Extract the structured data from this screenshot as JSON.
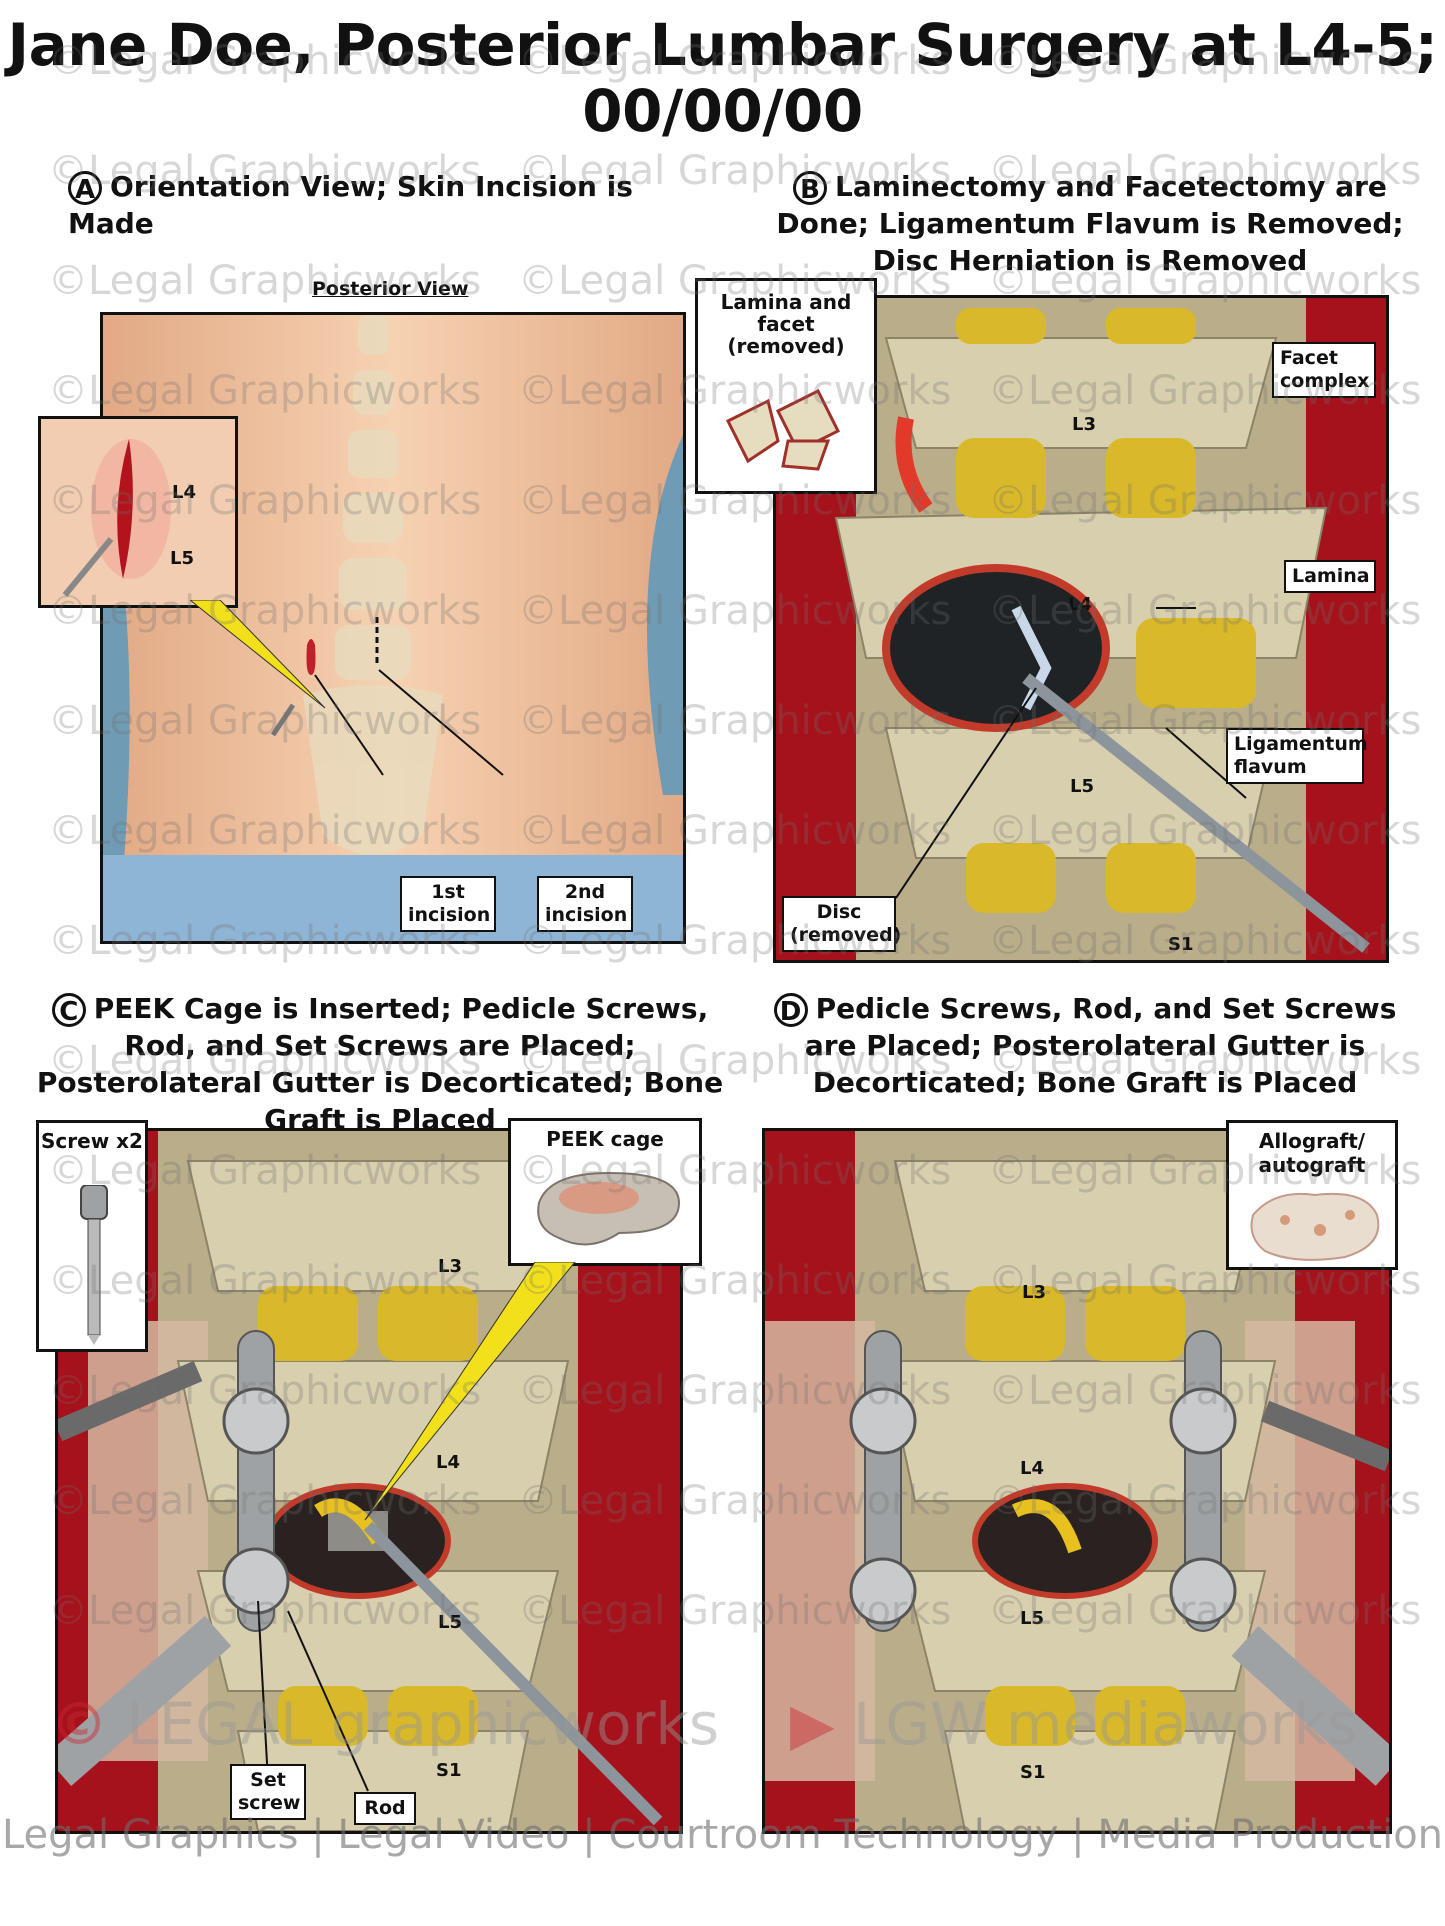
{
  "title": "Jane Doe, Posterior Lumbar Surgery at L4-5; 00/00/00",
  "panels": {
    "a": {
      "letter": "A",
      "heading": "Orientation View; Skin Incision is Made",
      "view_label": "Posterior View",
      "inset_labels": [
        "L4",
        "L5"
      ],
      "callouts": [
        "1st incision",
        "2nd incision"
      ]
    },
    "b": {
      "letter": "B",
      "heading": "Laminectomy and Facetectomy are Done; Ligamentum Flavum is Removed; Disc Herniation is Removed",
      "vertebrae": [
        "L3",
        "L4",
        "L5",
        "S1"
      ],
      "callouts": {
        "lamina_facet": "Lamina and facet (removed)",
        "facet_complex": "Facet complex",
        "lamina": "Lamina",
        "ligamentum": "Ligamentum flavum",
        "disc": "Disc (removed)"
      }
    },
    "c": {
      "letter": "C",
      "heading": "PEEK Cage is Inserted; Pedicle Screws, Rod, and Set Screws are Placed; Posterolateral Gutter is Decorticated; Bone Graft is Placed",
      "vertebrae": [
        "L3",
        "L4",
        "L5",
        "S1"
      ],
      "callouts": {
        "screw": "Screw x2",
        "peek": "PEEK cage",
        "set_screw": "Set screw",
        "rod": "Rod"
      }
    },
    "d": {
      "letter": "D",
      "heading": "Pedicle Screws, Rod, and Set Screws are Placed; Posterolateral Gutter is Decorticated; Bone Graft is Placed",
      "vertebrae": [
        "L3",
        "L4",
        "L5",
        "S1"
      ],
      "callouts": {
        "graft": "Allograft/ autograft"
      }
    }
  },
  "watermark": "©Legal Graphicworks",
  "brand_left": "LEGAL graphicworks",
  "brand_right": "LGW mediaworks",
  "footer": "Legal Graphics | Legal Video | Courtroom Technology | Media Production",
  "colors": {
    "bone": "#d8cfae",
    "disc": "#d9b92a",
    "tissue": "#a5121b",
    "skin": "#f2c7a3",
    "drape": "#8fb5d6",
    "metal": "#a9aaab"
  }
}
